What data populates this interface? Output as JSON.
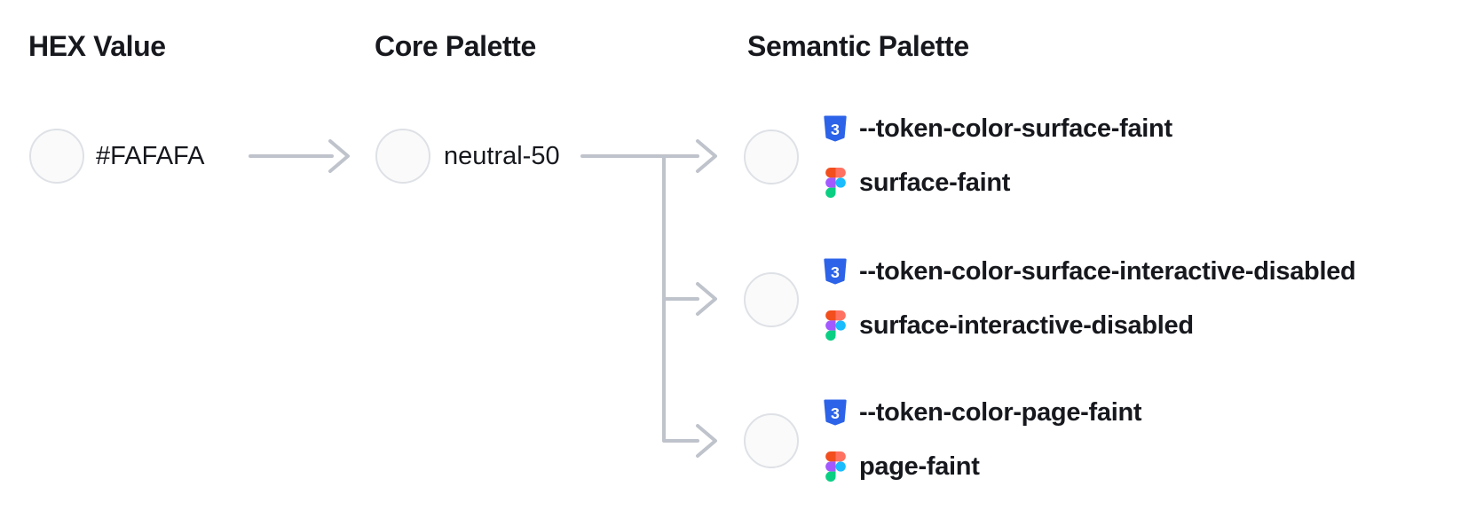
{
  "headers": {
    "hex": "HEX Value",
    "core": "Core Palette",
    "semantic": "Semantic Palette"
  },
  "hex_node": {
    "value": "#FAFAFA",
    "swatch": "#FAFAFA"
  },
  "core_node": {
    "name": "neutral-50",
    "swatch": "#FAFAFA"
  },
  "semantic_nodes": [
    {
      "css_variable": "--token-color-surface-faint",
      "figma_style": "surface-faint",
      "swatch": "#FAFAFA"
    },
    {
      "css_variable": "--token-color-surface-interactive-disabled",
      "figma_style": "surface-interactive-disabled",
      "swatch": "#FAFAFA"
    },
    {
      "css_variable": "--token-color-page-faint",
      "figma_style": "page-faint",
      "swatch": "#FAFAFA"
    }
  ],
  "icons": {
    "css_badge_glyph": "3"
  },
  "theme": {
    "background": "#FFFFFF",
    "text": "#16181D",
    "arrow": "#BFC3CB",
    "swatch_fill": "#FAFAFA",
    "swatch_border": "#DEE1E6",
    "css_badge": "#2C63E8",
    "figma_orange": "#F24E1E",
    "figma_salmon": "#FF7262",
    "figma_purple": "#A259FF",
    "figma_blue": "#1ABCFE",
    "figma_green": "#0ACF83"
  }
}
